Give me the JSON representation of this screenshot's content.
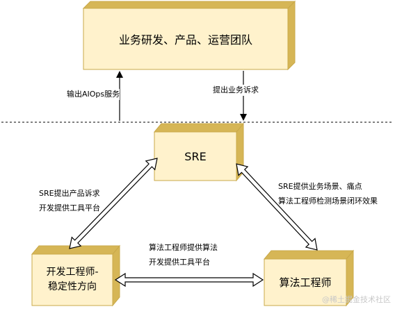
{
  "diagram": {
    "top_box": "业务研发、产品、运营团队",
    "sre_box": "SRE",
    "dev_box": "开发工程师-\n稳定性方向",
    "algo_box": "算法工程师",
    "arrow_output": "输出AIOps服务",
    "arrow_demand": "提出业务诉求",
    "left_edge_label": [
      "SRE提出产品诉求",
      "开发提供工具平台"
    ],
    "right_edge_label": [
      "SRE提供业务场景、痛点",
      "算法工程师检测场景闭环效果"
    ],
    "bottom_edge_label": [
      "算法工程师提供算法",
      "开发提供工具平台"
    ]
  },
  "colors": {
    "box_fill": "#fff2cc",
    "box_side": "#d6b656",
    "box_border": "#c9a94a",
    "line": "#000000"
  },
  "watermark": "@稀土掘金技术社区"
}
